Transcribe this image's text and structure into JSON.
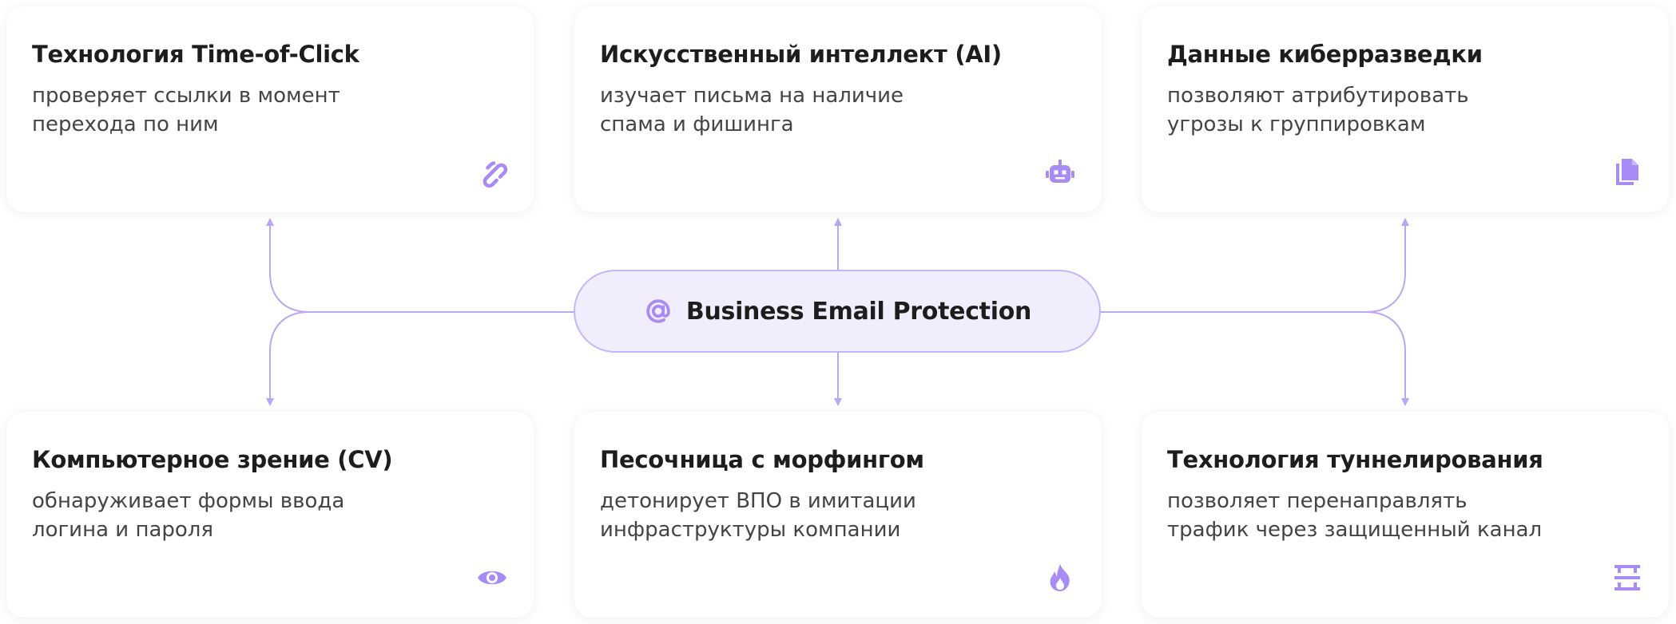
{
  "center": {
    "label": "Business Email Protection",
    "icon": "at-sign-icon"
  },
  "cards": [
    {
      "title": "Технология Time-of-Click",
      "description": "проверяет ссылки в момент перехода по ним",
      "icon": "link-icon"
    },
    {
      "title": "Искусственный интеллект (AI)",
      "description": "изучает письма на наличие спама и фишинга",
      "icon": "robot-icon"
    },
    {
      "title": "Данные киберразведки",
      "description": "позволяют атрибутировать угрозы к группировкам",
      "icon": "documents-icon"
    },
    {
      "title": "Компьютерное зрение (CV)",
      "description": "обнаруживает формы ввода логина и пароля",
      "icon": "eye-icon"
    },
    {
      "title": "Песочница с морфингом",
      "description": "детонирует ВПО в имитации инфраструктуры компании",
      "icon": "flame-icon"
    },
    {
      "title": "Технология туннелирования",
      "description": "позволяет перенаправлять трафик через защищенный канал",
      "icon": "tunnel-icon"
    }
  ],
  "colors": {
    "accent": "#a98bf5",
    "connector": "#b9a6f5",
    "pill_background": "#f1edfd",
    "pill_border": "#c6b5f9",
    "title_text": "#1d1d1b",
    "body_text": "#444444"
  }
}
